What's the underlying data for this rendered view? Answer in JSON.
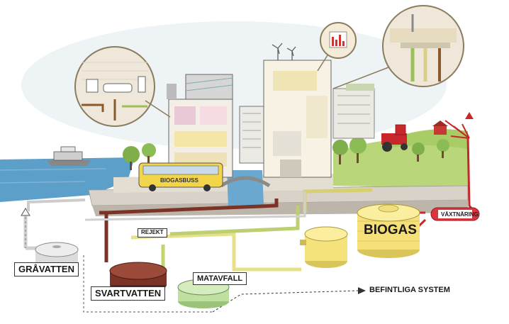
{
  "labels": {
    "gravatten": "GRÅVATTEN",
    "svartvatten": "SVARTVATTEN",
    "matavfall": "MATAVFALL",
    "rejekt": "REJEKT",
    "biogas": "BIOGAS",
    "vaxtnaring": "VÄXTNÄRING",
    "befintliga_system": "BEFINTLIGA SYSTEM",
    "biogasbuss": "BIOGASBUSS"
  },
  "colors": {
    "water": "#5c9fc9",
    "grass": "#b9d77a",
    "ground": "#d8d2c8",
    "greywater_tank": "#dcdcdc",
    "blackwater_tank": "#7a3326",
    "foodwaste_tank": "#bfe0a0",
    "digester": "#f4e27a",
    "biogas_tank": "#f6e07a",
    "nutrient_tank": "#d9363e",
    "tractor": "#c8282c"
  },
  "icons": [
    "wind-turbine-icon",
    "bar-chart-icon",
    "bus-icon",
    "tractor-icon",
    "boat-icon",
    "tree-icon",
    "bathroom-icon",
    "kitchen-icon"
  ]
}
